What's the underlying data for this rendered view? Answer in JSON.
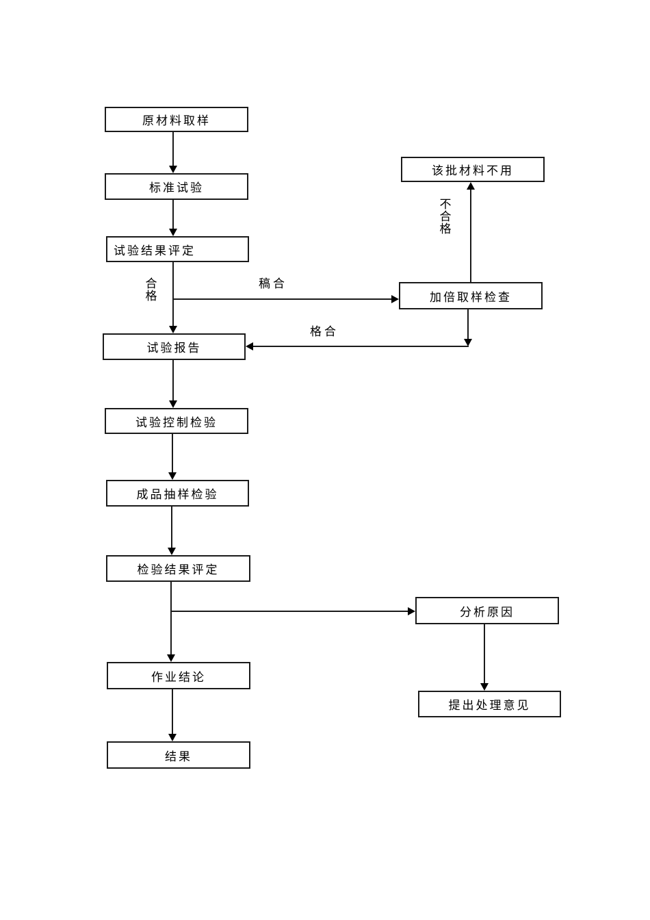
{
  "diagram": {
    "type": "flowchart",
    "colors": {
      "line": "#1a1a1a",
      "background": "#ffffff",
      "box_fill": "#ffffff",
      "text": "#000000"
    },
    "nodes": {
      "raw_material_sampling": {
        "label": "原材料取样"
      },
      "standard_test": {
        "label": "标准试验"
      },
      "test_result_evaluation": {
        "label": "试验结果评定"
      },
      "batch_not_used": {
        "label": "该批材料不用"
      },
      "double_sampling_inspection": {
        "label": "加倍取样检查"
      },
      "test_report": {
        "label": "试验报告"
      },
      "test_control_inspection": {
        "label": "试验控制检验"
      },
      "product_sampling_inspection": {
        "label": "成品抽样检验"
      },
      "inspection_result_evaluation": {
        "label": "检验结果评定"
      },
      "analyze_cause": {
        "label": "分析原因"
      },
      "operation_conclusion": {
        "label": "作业结论"
      },
      "handling_suggestion": {
        "label": "提出处理意见"
      },
      "result": {
        "label": "结果"
      }
    },
    "edge_labels": {
      "qualified": "合格",
      "branch_qualified": "稿合",
      "unqualified": "不合格",
      "requalified": "格合"
    }
  }
}
